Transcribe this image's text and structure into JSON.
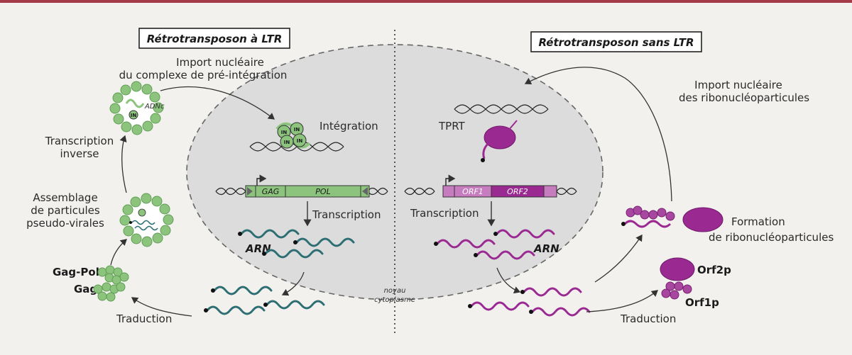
{
  "titles": {
    "left": "Rétrotransposon à LTR",
    "right": "Rétrotransposon sans LTR"
  },
  "left": {
    "import_line1": "Import nucléaire",
    "import_line2": "du complexe de pré-intégration",
    "integration": "Intégration",
    "transcription": "Transcription",
    "arn": "ARN",
    "reverse_line1": "Transcription",
    "reverse_line2": "inverse",
    "assembly_line1": "Assemblage",
    "assembly_line2": "de particules",
    "assembly_line3": "pseudo-virales",
    "gagpol": "Gag-Pol",
    "gag": "Gag",
    "translation": "Traduction",
    "gene_gag": "GAG",
    "gene_pol": "POL",
    "adnc": "ADNc",
    "in": "IN"
  },
  "right": {
    "import_line1": "Import nucléaire",
    "import_line2": "des ribonucléoparticules",
    "tprt": "TPRT",
    "transcription": "Transcription",
    "arn": "ARN",
    "formation_line1": "Formation",
    "formation_line2": "de ribonucléoparticules",
    "orf2p": "Orf2p",
    "orf1p": "Orf1p",
    "translation": "Traduction",
    "gene_orf1": "ORF1",
    "gene_orf2": "ORF2"
  },
  "center": {
    "noyau": "noyau",
    "cytoplasme": "cytoplasme"
  },
  "colors": {
    "green": "#8cc47e",
    "green_dark": "#5f9e52",
    "teal": "#2c6e74",
    "purple": "#9a2a92",
    "purple_light": "#c77cc0",
    "nucleus": "#dcdcdc",
    "top_bar": "#a53a4a"
  }
}
